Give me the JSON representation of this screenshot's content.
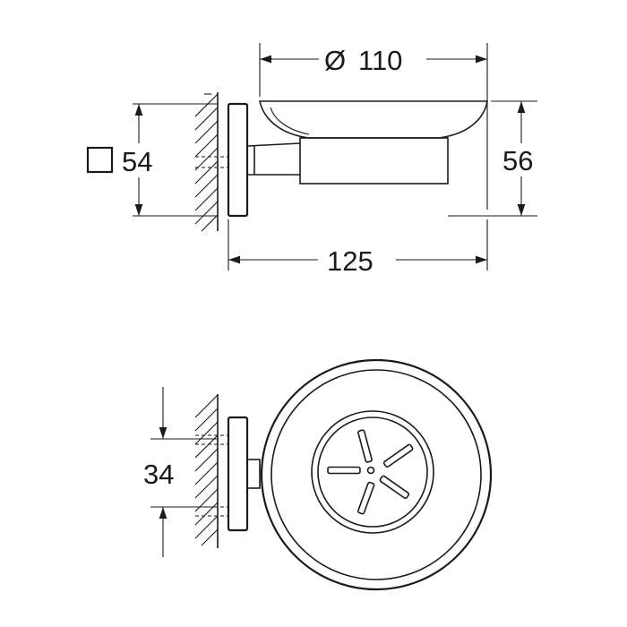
{
  "side_view": {
    "diameter_symbol": "Ø",
    "diameter_value": "110",
    "height_total": "56",
    "depth_total": "125",
    "rosette_size": "54",
    "rosette_shape_icon": "square-outline-icon"
  },
  "front_view": {
    "rosette_height": "34"
  },
  "colors": {
    "line": "#1a1a1a",
    "background": "#ffffff"
  }
}
